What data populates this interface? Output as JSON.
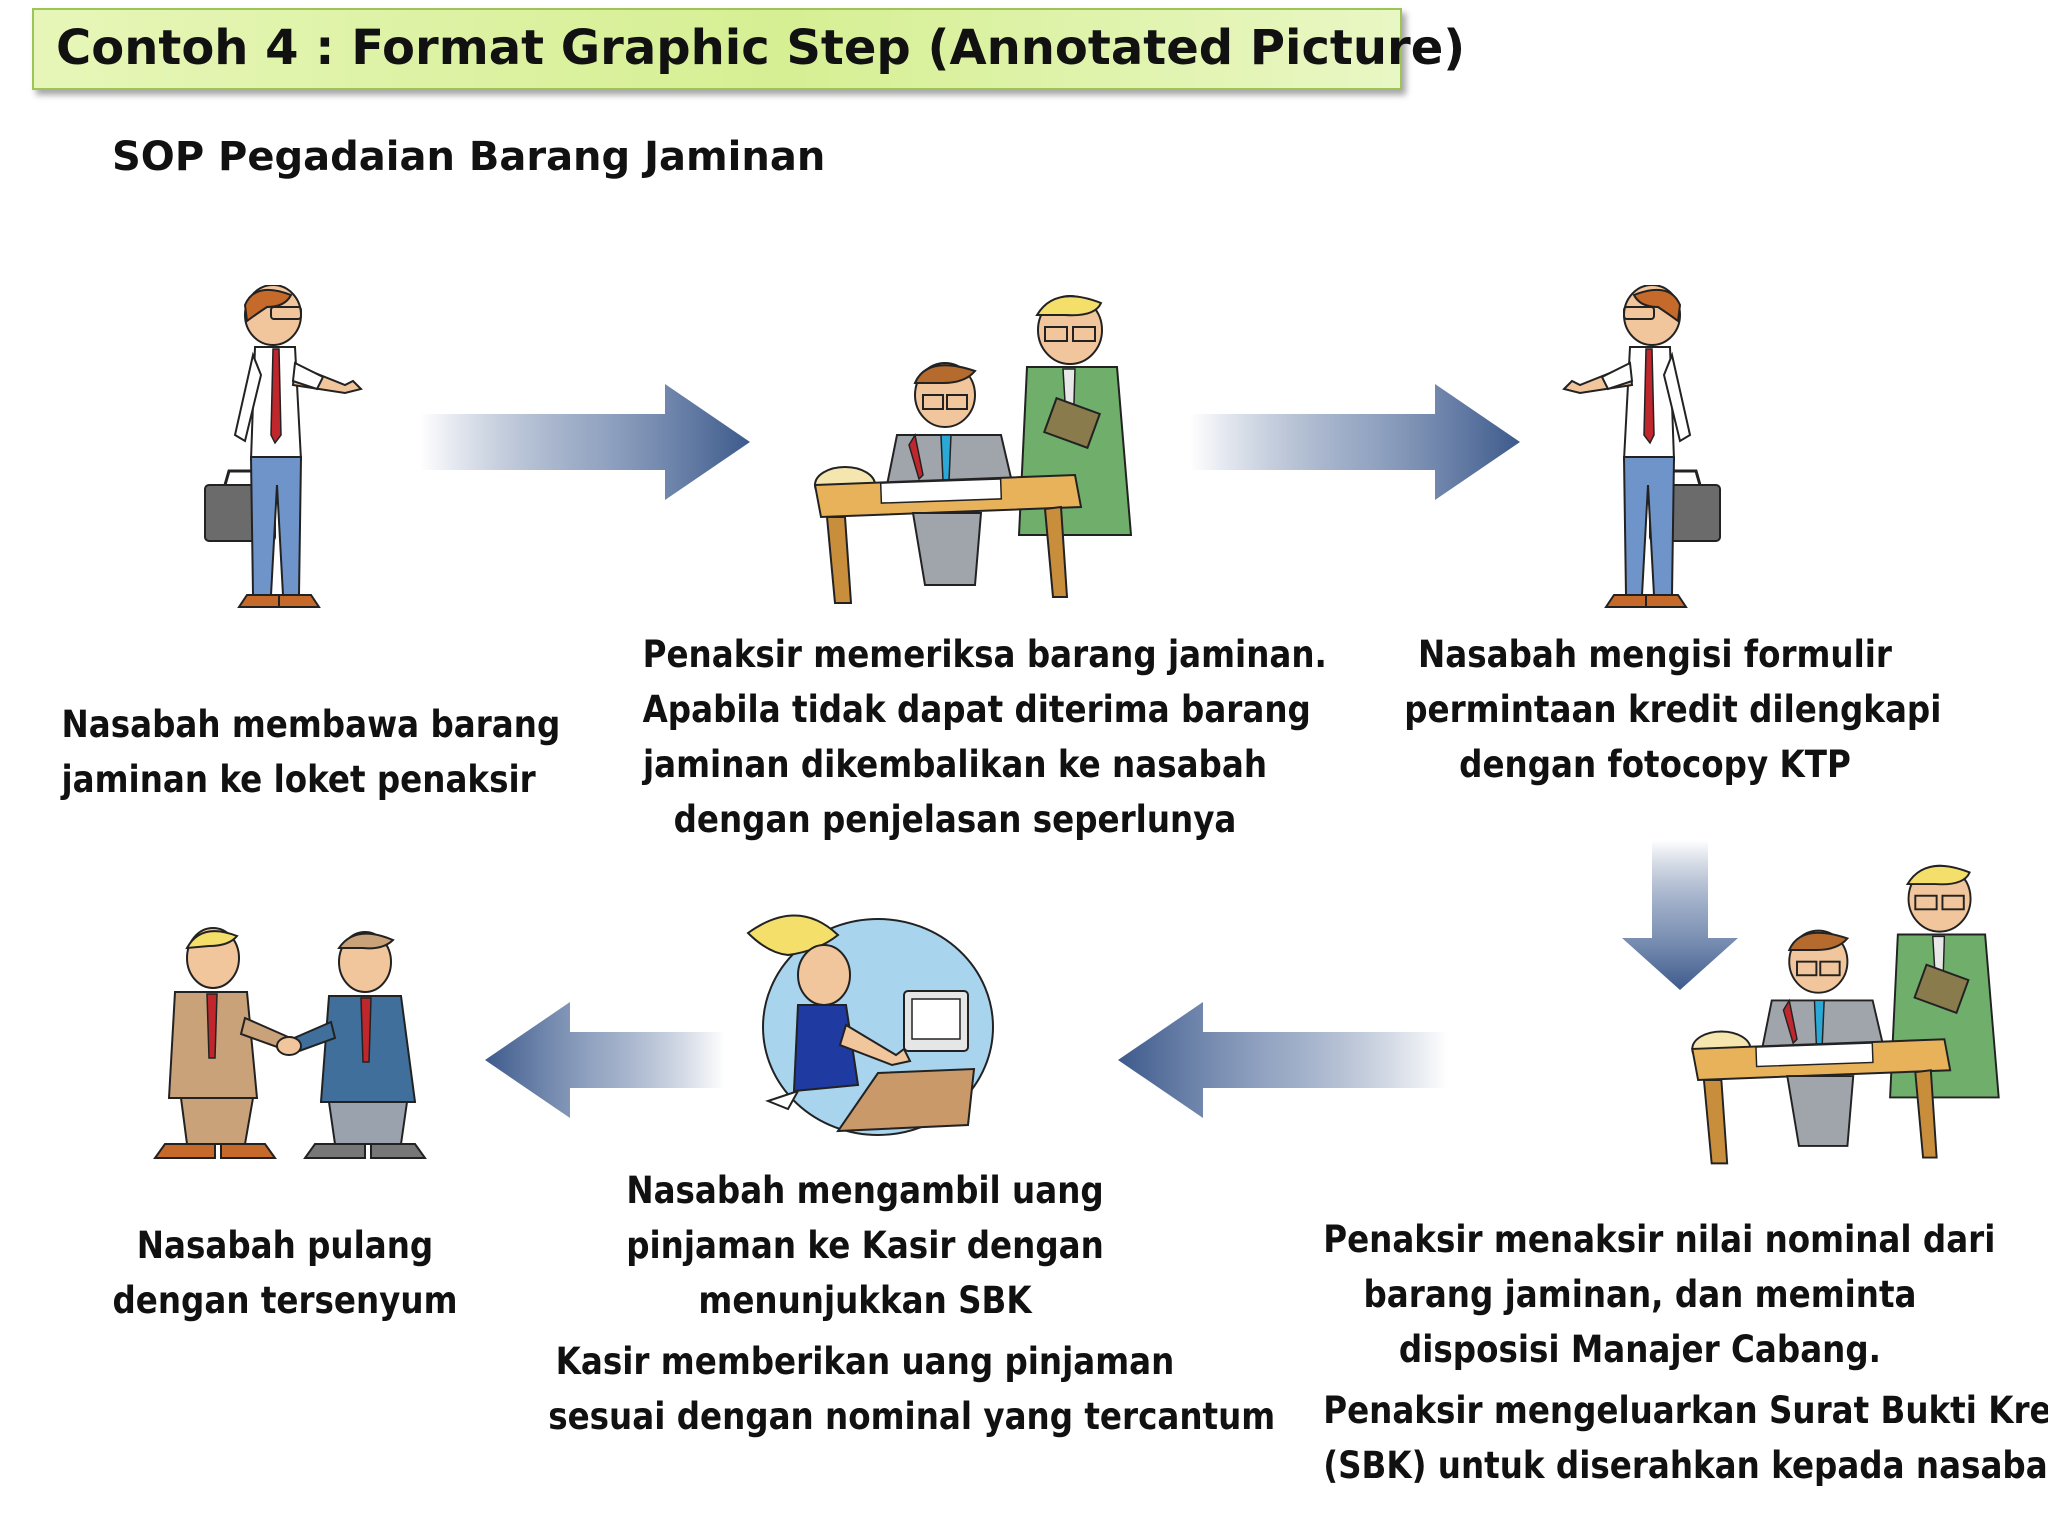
{
  "header": {
    "title": "Contoh 4 : Format Graphic Step (Annotated Picture)",
    "subtitle": "SOP Pegadaian Barang Jaminan"
  },
  "steps": [
    {
      "lines": [
        "Nasabah membawa barang",
        "jaminan ke loket penaksir"
      ]
    },
    {
      "lines": [
        "Penaksir memeriksa barang jaminan.",
        "Apabila tidak dapat diterima barang",
        "jaminan dikembalikan ke nasabah",
        "dengan penjelasan seperlunya"
      ]
    },
    {
      "lines": [
        "Nasabah mengisi formulir",
        "permintaan kredit dilengkapi",
        "dengan fotocopy KTP"
      ]
    },
    {
      "lines": [
        "Penaksir menaksir nilai nominal dari",
        "barang jaminan, dan meminta",
        "disposisi Manajer Cabang."
      ],
      "extra": [
        "Penaksir mengeluarkan Surat Bukti Kredit",
        "(SBK) untuk diserahkan kepada nasabah"
      ]
    },
    {
      "lines": [
        "Nasabah mengambil uang",
        "pinjaman ke Kasir dengan",
        "menunjukkan SBK"
      ],
      "extra": [
        "Kasir memberikan uang pinjaman",
        "sesuai dengan nominal yang tercantum"
      ]
    },
    {
      "lines": [
        "Nasabah pulang",
        "dengan tersenyum"
      ]
    }
  ],
  "colors": {
    "arrow": "#3d5a8c",
    "banner_border": "#9cc457",
    "desk": "#e8b25a",
    "suit_green": "#6fae6b",
    "suit_gray": "#9aa3ad",
    "suit_tan": "#c9a27a",
    "suit_blue": "#3f6f9a",
    "screen_bg": "#a8d4ee"
  },
  "icons": [
    "customer-with-briefcase-icon",
    "appraiser-at-desk-icon",
    "cashier-at-computer-icon",
    "handshake-icon",
    "right-arrow-icon",
    "down-arrow-icon",
    "left-arrow-icon"
  ]
}
